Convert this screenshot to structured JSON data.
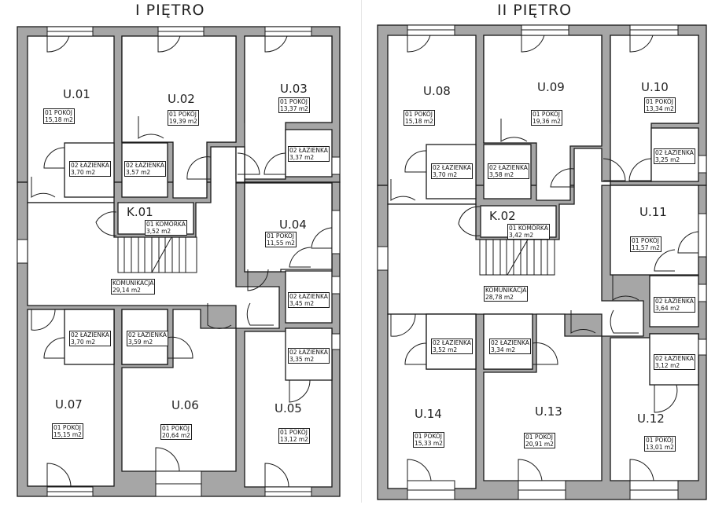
{
  "floors": [
    {
      "title": "I PIĘTRO",
      "units": [
        {
          "id": "U.01",
          "room": "01 POKÓJ",
          "area": "15,18 m2",
          "bath": "02 ŁAZIENKA",
          "bath_area": "3,70 m2"
        },
        {
          "id": "U.02",
          "room": "01 POKÓJ",
          "area": "19,39 m2",
          "bath": "02 ŁAZIENKA",
          "bath_area": "3,57 m2"
        },
        {
          "id": "U.03",
          "room": "01 POKÓJ",
          "area": "13,37 m2",
          "bath": "02 ŁAZIENKA",
          "bath_area": "3,37 m2"
        },
        {
          "id": "U.04",
          "room": "01 POKÓJ",
          "area": "11,55 m2",
          "bath": "02 ŁAZIENKA",
          "bath_area": "3,45 m2"
        },
        {
          "id": "U.05",
          "room": "01 POKÓJ",
          "area": "13,12 m2",
          "bath": "02 ŁAZIENKA",
          "bath_area": "3,35 m2"
        },
        {
          "id": "U.06",
          "room": "01 POKÓJ",
          "area": "20,64 m2",
          "bath": "02 ŁAZIENKA",
          "bath_area": "3,59 m2"
        },
        {
          "id": "U.07",
          "room": "01 POKÓJ",
          "area": "15,15 m2",
          "bath": "02 ŁAZIENKA",
          "bath_area": "3,70 m2"
        }
      ],
      "storage": {
        "id": "K.01",
        "room": "01 KOMÓRKA",
        "area": "3,52 m2"
      },
      "corridor": {
        "room": "KOMUNIKACJA",
        "area": "29,14 m2"
      }
    },
    {
      "title": "II PIĘTRO",
      "units": [
        {
          "id": "U.08",
          "room": "01 POKÓJ",
          "area": "15,18 m2",
          "bath": "02 ŁAZIENKA",
          "bath_area": "3,70 m2"
        },
        {
          "id": "U.09",
          "room": "01 POKÓJ",
          "area": "19,36 m2",
          "bath": "02 ŁAZIENKA",
          "bath_area": "3,58 m2"
        },
        {
          "id": "U.10",
          "room": "01 POKÓJ",
          "area": "13,34 m2",
          "bath": "02 ŁAZIENKA",
          "bath_area": "3,25 m2"
        },
        {
          "id": "U.11",
          "room": "01 POKÓJ",
          "area": "11,57 m2",
          "bath": "02 ŁAZIENKA",
          "bath_area": "3,64 m2"
        },
        {
          "id": "U.12",
          "room": "01 POKÓJ",
          "area": "13,01 m2",
          "bath": "02 ŁAZIENKA",
          "bath_area": "3,12 m2"
        },
        {
          "id": "U.13",
          "room": "01 POKÓJ",
          "area": "20,91 m2",
          "bath": "02 ŁAZIENKA",
          "bath_area": "3,34 m2"
        },
        {
          "id": "U.14",
          "room": "01 POKÓJ",
          "area": "15,33 m2",
          "bath": "02 ŁAZIENKA",
          "bath_area": "3,52 m2"
        }
      ],
      "storage": {
        "id": "K.02",
        "room": "01 KOMÓRKA",
        "area": "3,42 m2"
      },
      "corridor": {
        "room": "KOMUNIKACJA",
        "area": "28,78 m2"
      }
    }
  ],
  "colors": {
    "wall": "#a6a6a6",
    "line": "#1a1a1a",
    "background": "#ffffff"
  }
}
